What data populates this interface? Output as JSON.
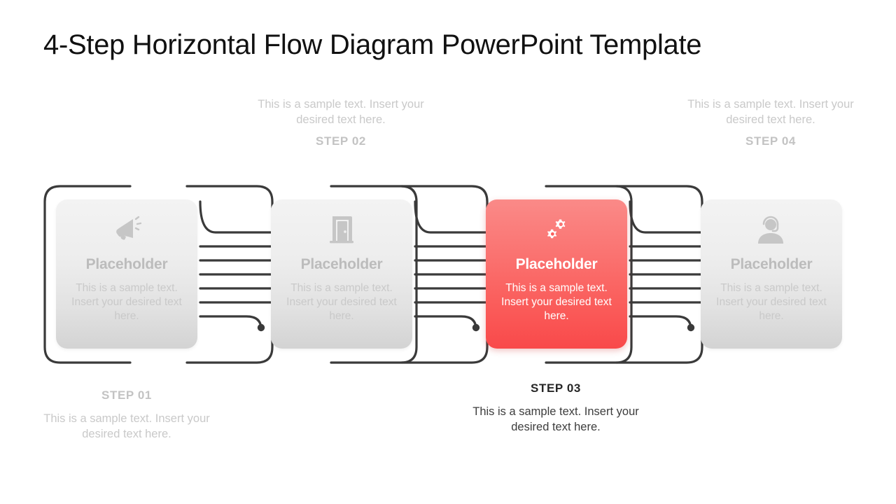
{
  "slide": {
    "title": "4-Step Horizontal Flow Diagram PowerPoint Template",
    "background": "#ffffff"
  },
  "theme": {
    "accent": "#f9494a",
    "accent_light": "#fa8a88",
    "muted_text": "#c9c9c9",
    "muted_label": "#c3c3c3",
    "active_label": "#262626",
    "active_text": "#3d3d3d",
    "outline": "#3a3a3a",
    "card_gradient_top": "#f3f3f3",
    "card_gradient_bottom": "#d3d3d3"
  },
  "steps": [
    {
      "id": "step-01",
      "label": "STEP 01",
      "position": "below",
      "active": false,
      "icon": "megaphone-icon",
      "card": {
        "title": "Placeholder",
        "body": "This is a sample text. Insert your desired text here."
      },
      "description": "This is a sample text. Insert your desired text here."
    },
    {
      "id": "step-02",
      "label": "STEP 02",
      "position": "above",
      "active": false,
      "icon": "door-icon",
      "card": {
        "title": "Placeholder",
        "body": "This is a sample text. Insert your desired text here."
      },
      "description": "This is a sample text. Insert your desired text here."
    },
    {
      "id": "step-03",
      "label": "STEP 03",
      "position": "below",
      "active": true,
      "icon": "gears-icon",
      "card": {
        "title": "Placeholder",
        "body": "This is a sample text. Insert your desired text here."
      },
      "description": "This is a sample text. Insert your desired text here."
    },
    {
      "id": "step-04",
      "label": "STEP 04",
      "position": "above",
      "active": false,
      "icon": "support-agent-icon",
      "card": {
        "title": "Placeholder",
        "body": "This is a sample text. Insert your desired text here."
      },
      "description": "This is a sample text. Insert your desired text here."
    }
  ]
}
